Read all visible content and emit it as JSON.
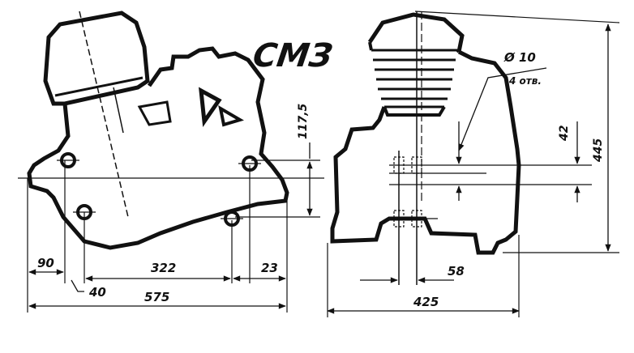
{
  "drawing": {
    "title": "СМЗ",
    "dimensions": {
      "d90": "90",
      "d40": "40",
      "d322": "322",
      "d23": "23",
      "d575": "575",
      "d117": "117,5",
      "d58": "58",
      "d425": "425",
      "d42": "42",
      "d445": "445",
      "hole_diameter": "Ø 10",
      "hole_count": "4 отв."
    }
  }
}
